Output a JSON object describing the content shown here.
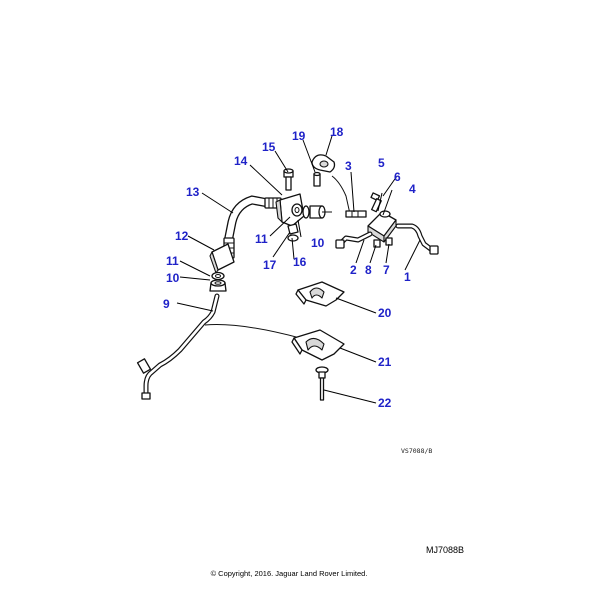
{
  "callouts": {
    "c1": "1",
    "c2": "2",
    "c3": "3",
    "c4": "4",
    "c5": "5",
    "c6": "6",
    "c7": "7",
    "c8": "8",
    "c9": "9",
    "c10a": "10",
    "c10b": "10",
    "c11a": "11",
    "c11b": "11",
    "c12": "12",
    "c13": "13",
    "c14": "14",
    "c15": "15",
    "c16": "16",
    "c17": "17",
    "c18": "18",
    "c19": "19",
    "c20": "20",
    "c21": "21",
    "c22": "22"
  },
  "reference_code": "VS7088/B",
  "diagram_code": "MJ7088B",
  "copyright": "© Copyright, 2016. Jaguar Land Rover Limited.",
  "colors": {
    "callout": "#1f22c8",
    "line": "#111111"
  }
}
